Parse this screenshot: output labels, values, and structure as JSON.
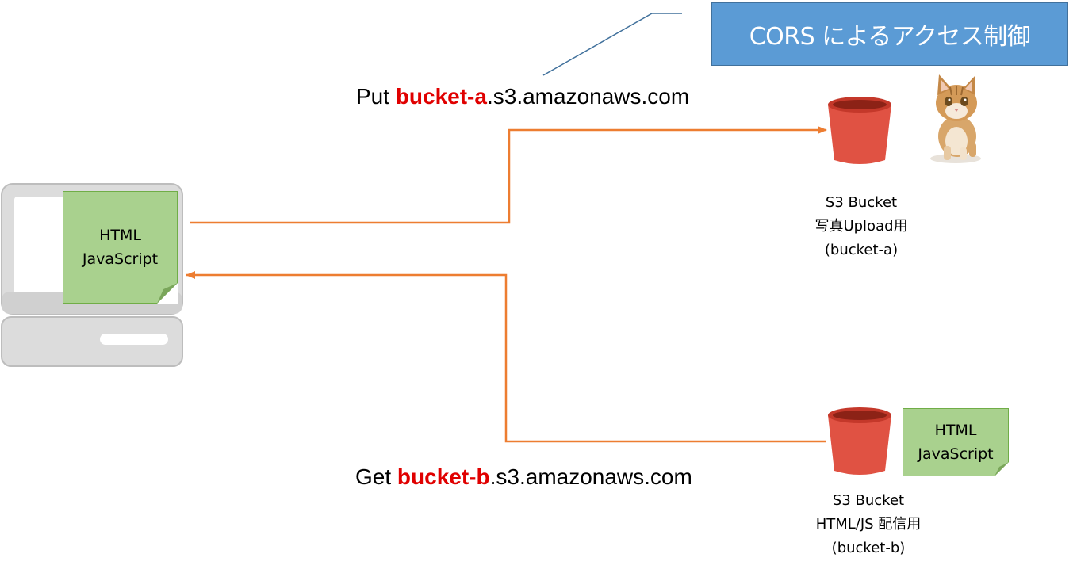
{
  "title": "CORS によるアクセス制御",
  "put_request": {
    "method": "Put",
    "bucket": "bucket-a",
    "domain": ".s3.amazonaws.com"
  },
  "get_request": {
    "method": "Get",
    "bucket": "bucket-b",
    "domain": ".s3.amazonaws.com"
  },
  "client": {
    "note_line1": "HTML",
    "note_line2": "JavaScript"
  },
  "bucket_a": {
    "caption_line1": "S3 Bucket",
    "caption_line2": "写真Upload用",
    "caption_line3": "(bucket-a)"
  },
  "bucket_b": {
    "note_line1": "HTML",
    "note_line2": "JavaScript",
    "caption_line1": "S3 Bucket",
    "caption_line2": "HTML/JS 配信用",
    "caption_line3": "(bucket-b)"
  },
  "colors": {
    "title_fill": "#5b9bd5",
    "arrow": "#ed7d31",
    "bucket_red": "#e05243",
    "note_green": "#a9d18e",
    "bucket_name_red": "#e00000"
  }
}
